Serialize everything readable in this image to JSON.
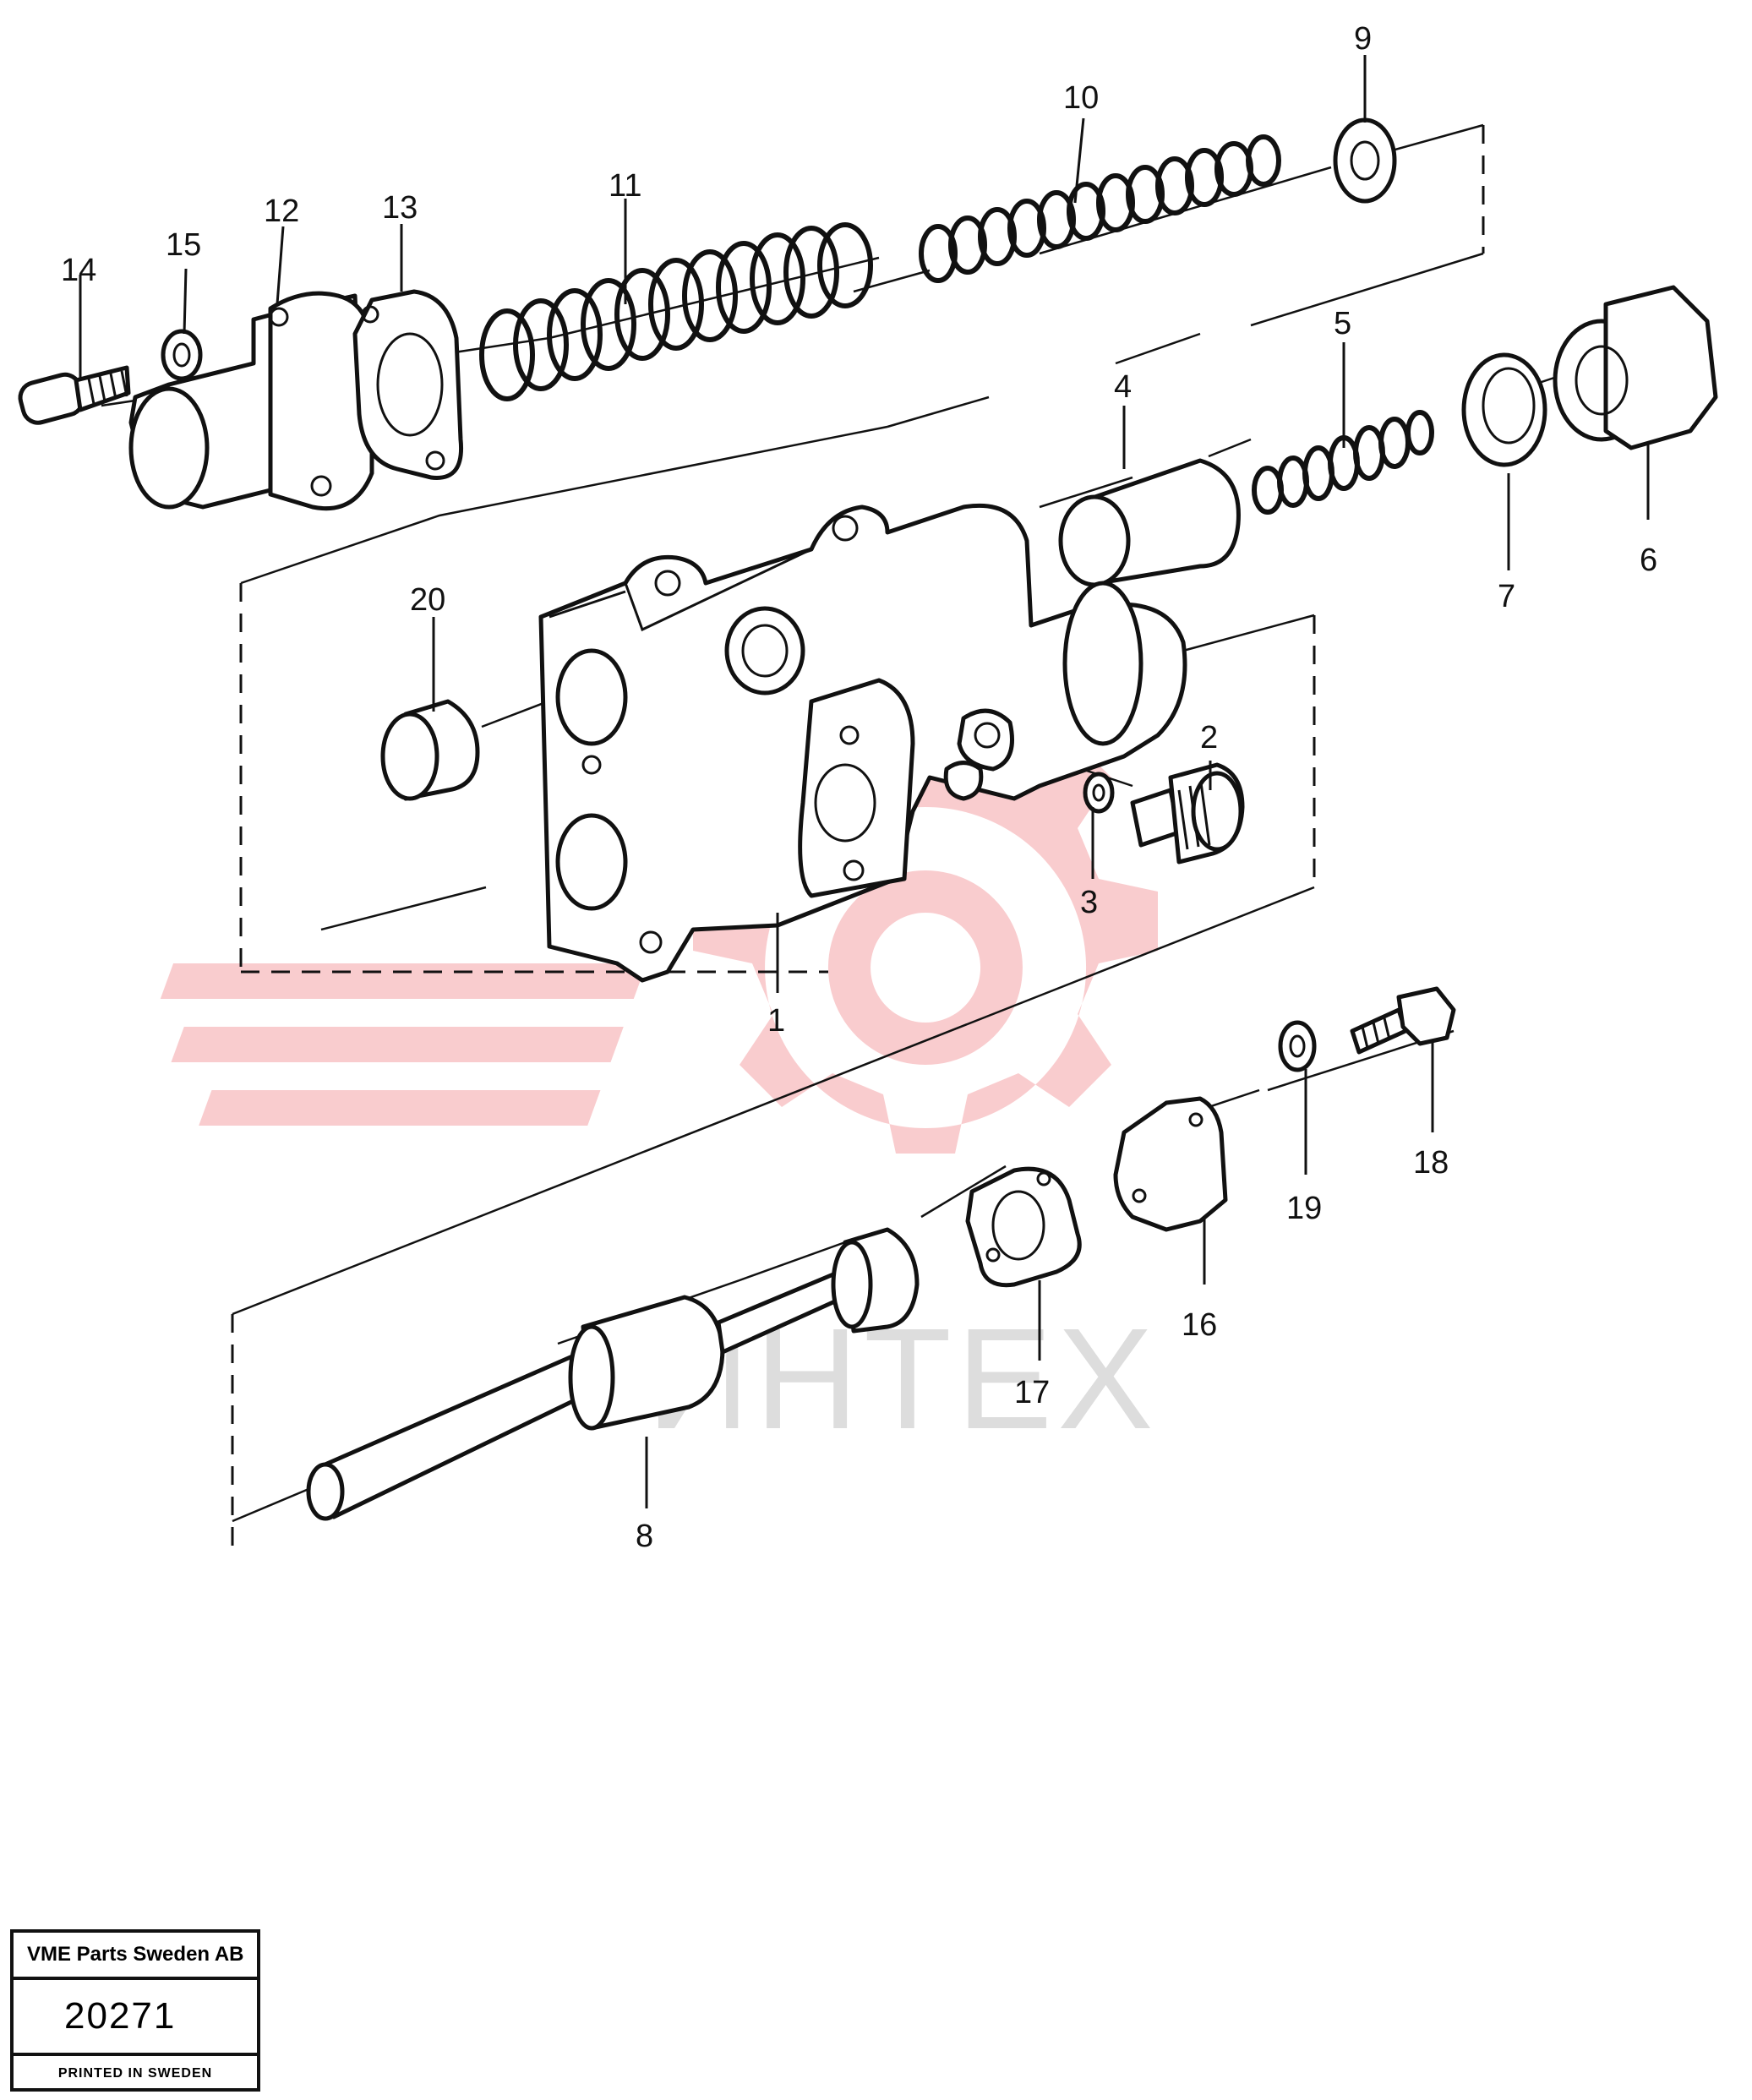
{
  "callouts": [
    "1",
    "2",
    "3",
    "4",
    "5",
    "6",
    "7",
    "8",
    "9",
    "10",
    "11",
    "12",
    "13",
    "14",
    "15",
    "16",
    "17",
    "18",
    "19",
    "20"
  ],
  "watermark": {
    "text": "ИНТЕХ",
    "logo_color": "#f4a3a6"
  },
  "title_block": {
    "company": "VME Parts Sweden AB",
    "number": "20271",
    "printed": "PRINTED IN SWEDEN"
  }
}
